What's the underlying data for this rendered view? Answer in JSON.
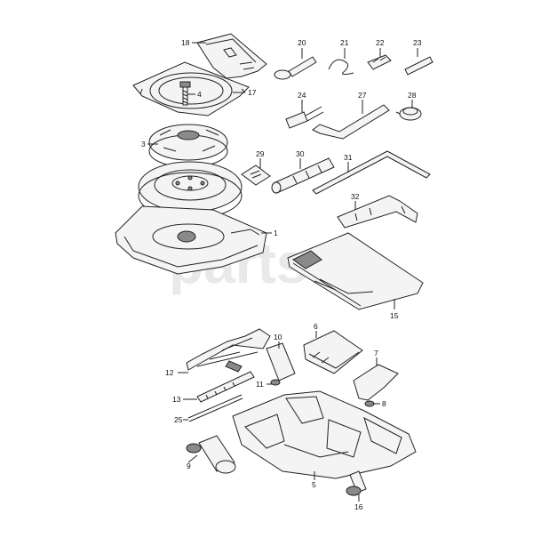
{
  "diagram": {
    "watermark": "parts",
    "callouts": [
      {
        "id": "c1",
        "label": "1"
      },
      {
        "id": "c3",
        "label": "3"
      },
      {
        "id": "c4",
        "label": "4"
      },
      {
        "id": "c5",
        "label": "5"
      },
      {
        "id": "c6",
        "label": "6"
      },
      {
        "id": "c7",
        "label": "7"
      },
      {
        "id": "c8",
        "label": "8"
      },
      {
        "id": "c9",
        "label": "9"
      },
      {
        "id": "c10",
        "label": "10"
      },
      {
        "id": "c11",
        "label": "11"
      },
      {
        "id": "c12",
        "label": "12"
      },
      {
        "id": "c13",
        "label": "13"
      },
      {
        "id": "c15",
        "label": "15"
      },
      {
        "id": "c16",
        "label": "16"
      },
      {
        "id": "c17",
        "label": "17"
      },
      {
        "id": "c18",
        "label": "18"
      },
      {
        "id": "c20",
        "label": "20"
      },
      {
        "id": "c21",
        "label": "21"
      },
      {
        "id": "c22",
        "label": "22"
      },
      {
        "id": "c23",
        "label": "23"
      },
      {
        "id": "c24",
        "label": "24"
      },
      {
        "id": "c25",
        "label": "25"
      },
      {
        "id": "c27",
        "label": "27"
      },
      {
        "id": "c28",
        "label": "28"
      },
      {
        "id": "c29",
        "label": "29"
      },
      {
        "id": "c30",
        "label": "30"
      },
      {
        "id": "c31",
        "label": "31"
      },
      {
        "id": "c32",
        "label": "32"
      }
    ]
  }
}
